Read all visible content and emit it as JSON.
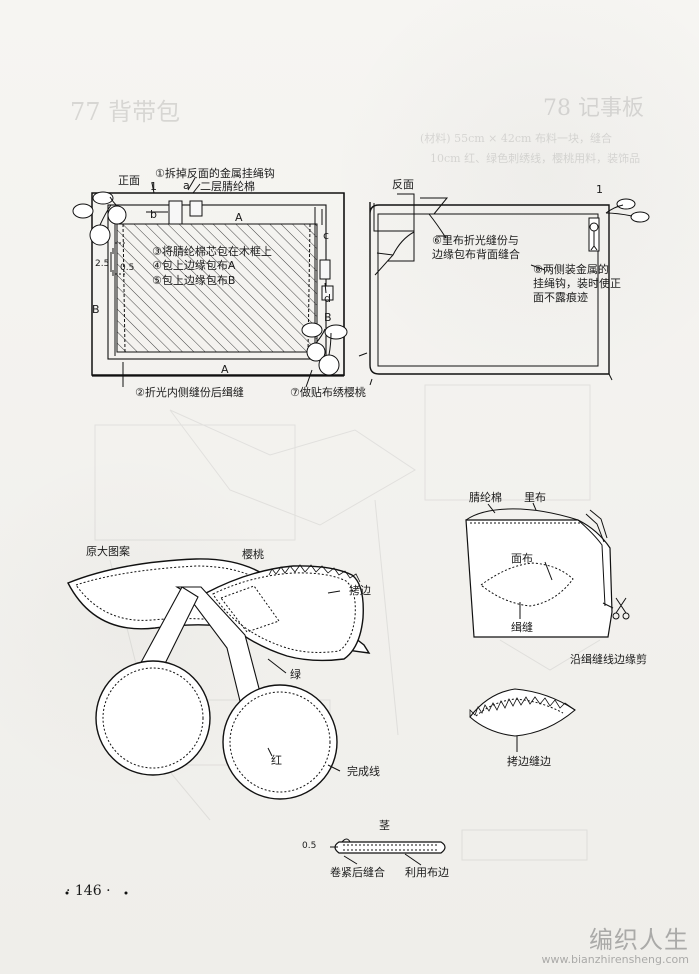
{
  "page": {
    "page_number": "· 146 ·",
    "watermark_cn": "编织人生",
    "watermark_url": "www.bianzhirensheng.com"
  },
  "ghost_text": {
    "left_header": "77 背带包",
    "right_header": "78 记事板",
    "line1": "(材料) 55cm × 42cm 布料一块，缝合",
    "line2": "10cm 红、绿色刺绣线，樱桃用料，装饰品"
  },
  "top_left": {
    "labels": {
      "front": "正面",
      "one": "1",
      "a": "a",
      "b": "b",
      "A_top": "A",
      "A_bottom": "A",
      "B_left": "B",
      "B_right": "B",
      "c": "c",
      "d": "d",
      "dim_25": "2.5",
      "dim_05": "0.5",
      "step1": "①拆掉反面的金属挂绳钩",
      "two_layer": "二层腈纶棉",
      "step3": "③将腈纶棉芯包在木框上",
      "step4": "④包上边缘包布A",
      "step5": "⑤包上边缘包布B",
      "step2": "②折光内侧缝份后缉缝",
      "step7": "⑦做贴布绣樱桃"
    }
  },
  "top_right": {
    "labels": {
      "back": "反面",
      "step6_line1": "⑥里布折光缝份与",
      "step6_line2": "边缘包布背面缝合",
      "step8_line1": "⑧两侧装金属的",
      "step8_line2": "挂绳钩，装时使正",
      "step8_line3": "面不露痕迹",
      "one": "1"
    }
  },
  "middle_right": {
    "labels": {
      "cotton": "腈纶棉",
      "lining": "里布",
      "face_fabric": "面布",
      "seam": "缉缝",
      "trim": "沿缉缝线边缘剪",
      "overcast": "拷边缝边"
    }
  },
  "cherry_pattern": {
    "labels": {
      "title": "原大图案",
      "cherry": "樱桃",
      "overcast_edge": "拷边",
      "green": "绿",
      "red": "红",
      "finish_line": "完成线"
    }
  },
  "stem": {
    "labels": {
      "title": "茎",
      "dim": "0.5",
      "roll_sew": "卷紧后缝合",
      "selvedge": "利用布边"
    }
  }
}
